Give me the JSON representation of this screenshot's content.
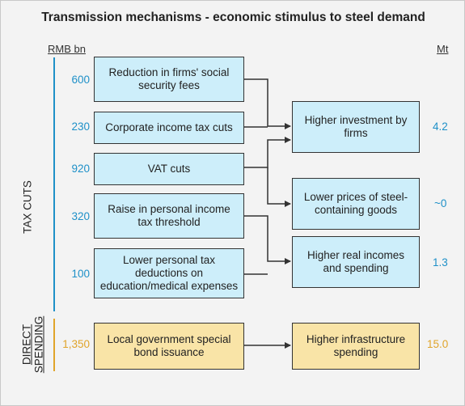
{
  "title": "Transmission mechanisms - economic stimulus to steel demand",
  "units": {
    "left": "RMB bn",
    "right": "Mt"
  },
  "groups": {
    "tax_cuts": "TAX CUTS",
    "direct_spending_1": "DIRECT",
    "direct_spending_2": "SPENDING"
  },
  "inputs": [
    {
      "label": "Reduction in firms' social security fees",
      "value": "600"
    },
    {
      "label": "Corporate income tax cuts",
      "value": "230"
    },
    {
      "label": "VAT cuts",
      "value": "920"
    },
    {
      "label": "Raise in personal income tax threshold",
      "value": "320"
    },
    {
      "label": "Lower personal tax deductions on education/medical expenses",
      "value": "100"
    },
    {
      "label": "Local government special bond issuance",
      "value": "1,350"
    }
  ],
  "outputs": [
    {
      "label": "Higher investment by firms",
      "value": "4.2"
    },
    {
      "label": "Lower prices of steel-containing goods",
      "value": "~0"
    },
    {
      "label": "Higher real incomes and spending",
      "value": "1.3"
    },
    {
      "label": "Higher infrastructure spending",
      "value": "15.0"
    }
  ],
  "colors": {
    "blue_box": "#cdeefa",
    "yellow_box": "#f9e4a7",
    "blue_text": "#1e90c8",
    "gold_text": "#e0a42a"
  }
}
